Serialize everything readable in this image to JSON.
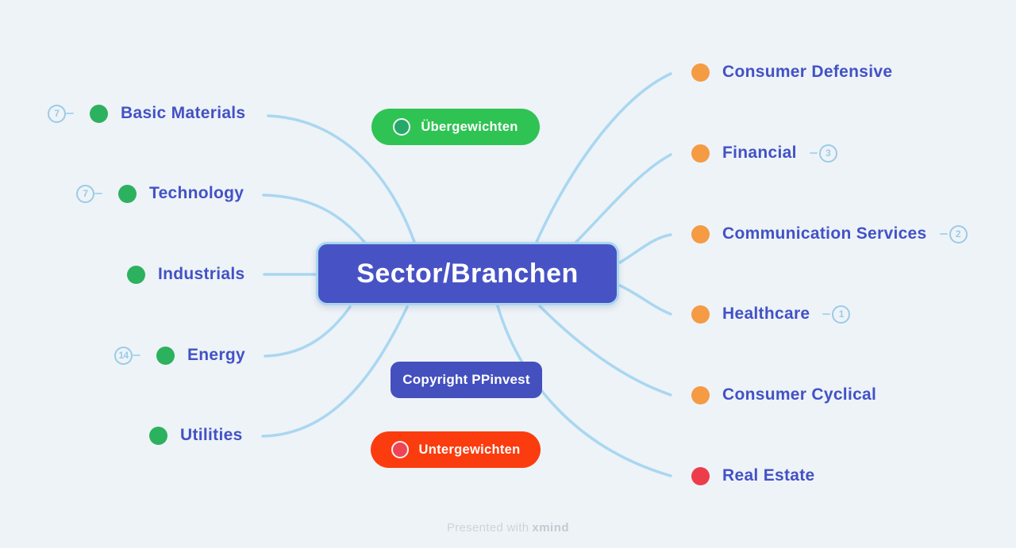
{
  "colors": {
    "background": "#eef3f8",
    "line": "#a9d7f0",
    "topic_text": "#4252c5",
    "central_bg": "#4753c4",
    "central_text": "#ffffff",
    "dot_green": "#2cb15f",
    "dot_orange": "#f49b44",
    "dot_red": "#ee3d4a",
    "badge": "#9bcbe6",
    "pill_green": "#2fc353",
    "pill_green_icon": "#25a86a",
    "pill_red": "#fb3c0e",
    "pill_red_icon": "#ef4456",
    "pill_blue": "#4450be",
    "footer": "#ccd4da",
    "footer_brand": "#c2cbd2"
  },
  "central_topic": {
    "label": "Sector/Branchen"
  },
  "legend": {
    "overweight_label": "Übergewichten",
    "underweight_label": "Untergewichten",
    "copyright_label": "Copyright PPinvest"
  },
  "left_topics": [
    {
      "label": "Basic Materials",
      "badge": "7",
      "dot": "green"
    },
    {
      "label": "Technology",
      "badge": "7",
      "dot": "green"
    },
    {
      "label": "Industrials",
      "dot": "green"
    },
    {
      "label": "Energy",
      "badge": "14",
      "dot": "green"
    },
    {
      "label": "Utilities",
      "dot": "green"
    }
  ],
  "right_topics": [
    {
      "label": "Consumer Defensive",
      "dot": "orange"
    },
    {
      "label": "Financial",
      "badge": "3",
      "dot": "orange"
    },
    {
      "label": "Communication Services",
      "badge": "2",
      "dot": "orange"
    },
    {
      "label": "Healthcare",
      "badge": "1",
      "dot": "orange"
    },
    {
      "label": "Consumer Cyclical",
      "dot": "orange"
    },
    {
      "label": "Real Estate",
      "dot": "red"
    }
  ],
  "footer": {
    "prefix": "Presented with",
    "brand": "xmind"
  }
}
